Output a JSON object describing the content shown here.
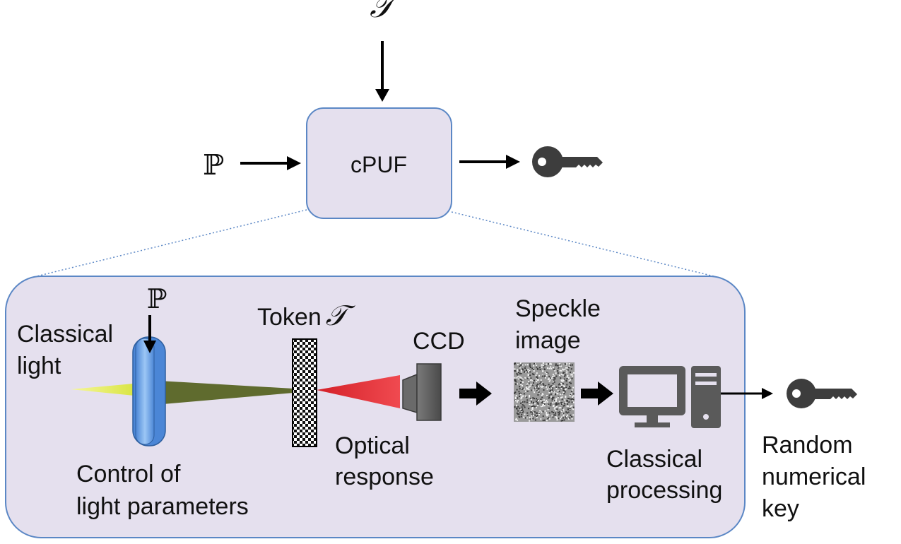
{
  "top": {
    "token_symbol": "𝒯",
    "parameter_symbol": "ℙ",
    "box_label": "cPUF"
  },
  "detail": {
    "parameter_symbol": "ℙ",
    "token_label": "Token",
    "token_symbol": "𝒯",
    "input_light_lines": [
      "Classical",
      "light"
    ],
    "lens_caption_lines": [
      "Control of",
      "light parameters"
    ],
    "response_lines": [
      "Optical",
      "response"
    ],
    "camera_label": "CCD",
    "speckle_lines": [
      "Speckle",
      "image"
    ],
    "processing_lines": [
      "Classical",
      "processing"
    ],
    "output_lines": [
      "Random",
      "numerical",
      "key"
    ]
  },
  "colors": {
    "box_fill": "#e5e0ee",
    "box_stroke": "#5b87c5",
    "input_beam": "#e9f06a",
    "controlled_beam": "#5f6b2e",
    "optical_response": "#e8262f",
    "lens": "#6fa6e6",
    "icon_gray": "#5a5a5a",
    "key": "#3d3d3d"
  },
  "icons": [
    "arrow-icon",
    "key-icon",
    "lens-icon",
    "token-icon",
    "camera-icon",
    "speckle-icon",
    "computer-icon"
  ]
}
